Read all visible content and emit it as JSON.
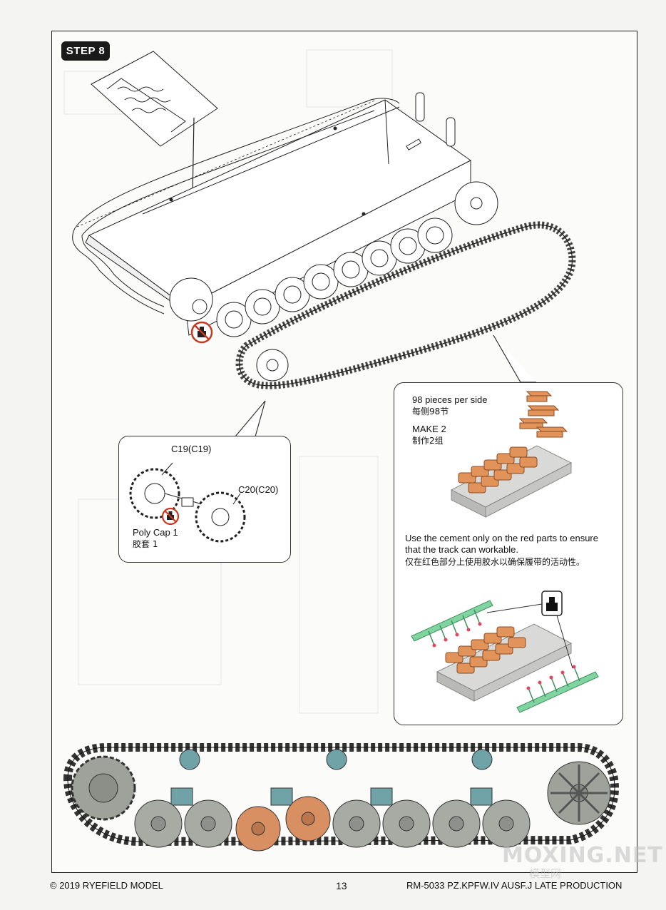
{
  "step": {
    "label": "STEP 8"
  },
  "sprocket_callout": {
    "part_a": "C19(C19)",
    "part_b": "C20(C20)",
    "polycap_en": "Poly Cap 1",
    "polycap_cn": "胶套 1"
  },
  "track_callout": {
    "count_en": "98 pieces per side",
    "count_cn": "每侧98节",
    "make_en": "MAKE 2",
    "make_cn": "制作2组",
    "cement_en_1": "Use the cement only on the red parts to ensure",
    "cement_en_2": "that the track can workable.",
    "cement_cn": "仅在红色部分上使用胶水以确保履带的活动性。"
  },
  "footer": {
    "copyright": "© 2019 RYEFIELD MODEL",
    "page_number": "13",
    "product": "RM-5033 PZ.KPFW.IV AUSF.J LATE PRODUCTION"
  },
  "watermark": {
    "text": "MOXING.NET",
    "cn": "模型网"
  },
  "colors": {
    "track_orange": "#e2935a",
    "sprue_green": "#7fd4a0",
    "wheel_grey": "#a8aba4",
    "wheel_orange": "#d88f62",
    "jig_grey": "#c9c9c7",
    "return_roller": "#6fa3a8"
  }
}
